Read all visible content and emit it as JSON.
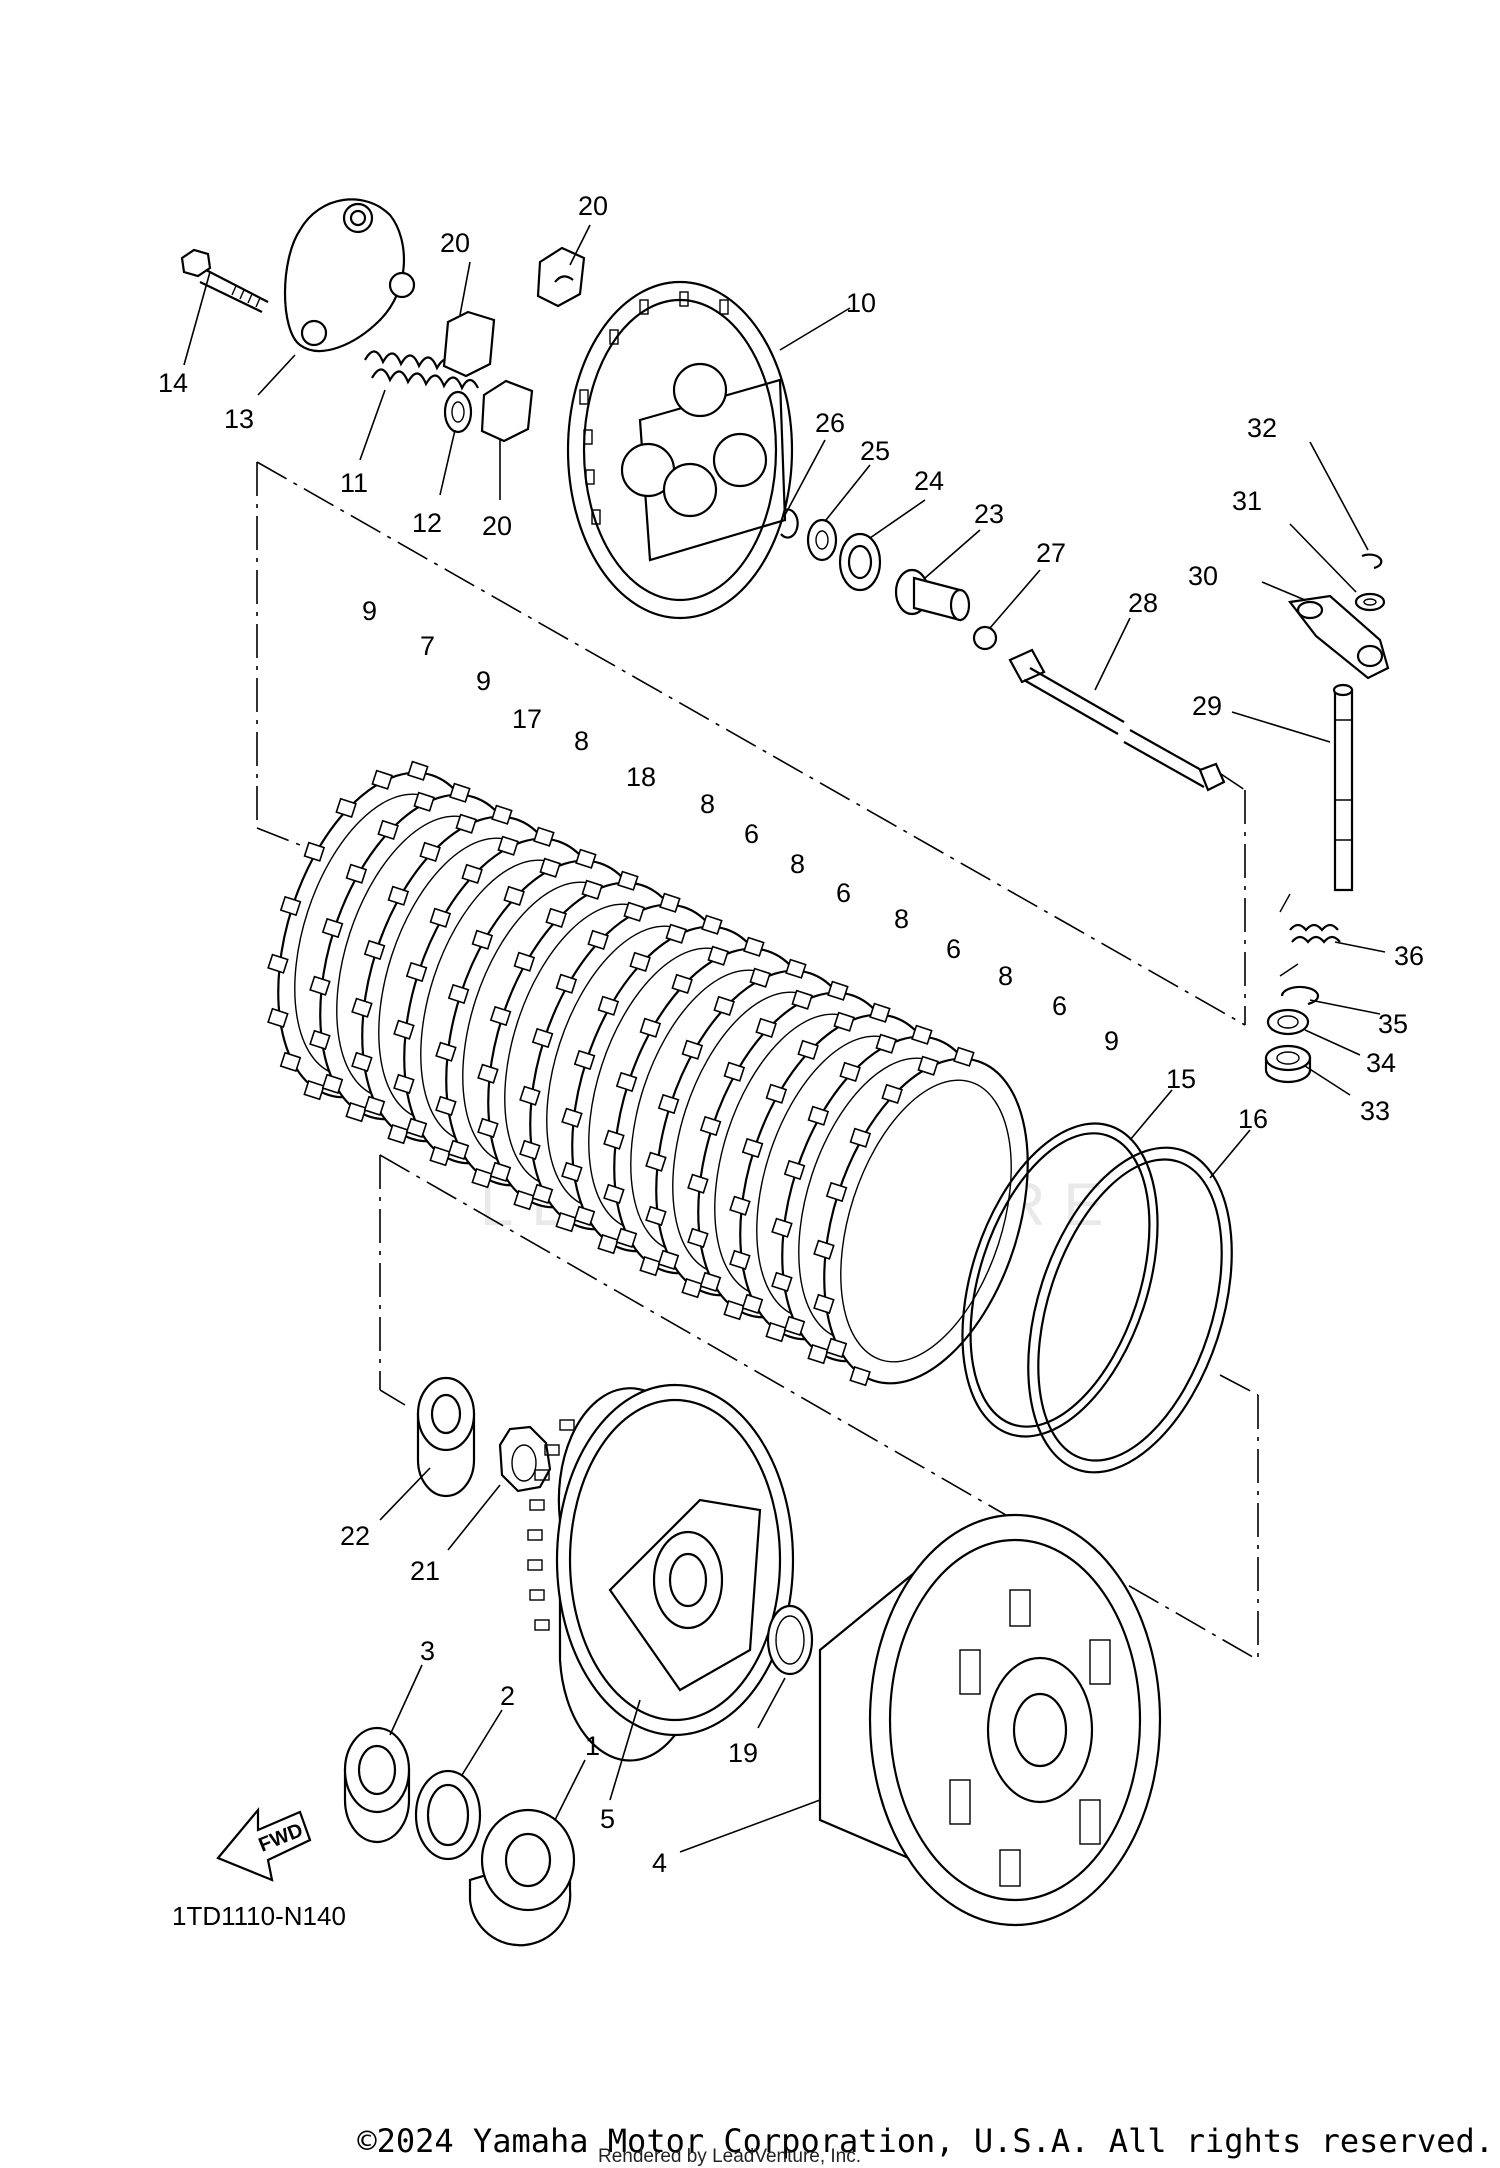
{
  "diagram": {
    "part_numbers": [
      "1",
      "2",
      "3",
      "4",
      "5",
      "6",
      "7",
      "8",
      "9",
      "10",
      "11",
      "12",
      "13",
      "14",
      "15",
      "16",
      "17",
      "18",
      "19",
      "20",
      "21",
      "22",
      "23",
      "24",
      "25",
      "26",
      "27",
      "28",
      "29",
      "30",
      "31",
      "32",
      "33",
      "34",
      "35",
      "36"
    ],
    "callouts": {
      "c1": "1",
      "c2": "2",
      "c3": "3",
      "c4": "4",
      "c5": "5",
      "c6a": "6",
      "c6b": "6",
      "c6c": "6",
      "c6d": "6",
      "c7": "7",
      "c8a": "8",
      "c8b": "8",
      "c8c": "8",
      "c8d": "8",
      "c8e": "8",
      "c9a": "9",
      "c9b": "9",
      "c9c": "9",
      "c10": "10",
      "c11": "11",
      "c12": "12",
      "c13": "13",
      "c14": "14",
      "c15": "15",
      "c16": "16",
      "c17": "17",
      "c18": "18",
      "c19": "19",
      "c20a": "20",
      "c20b": "20",
      "c20c": "20",
      "c21": "21",
      "c22": "22",
      "c23": "23",
      "c24": "24",
      "c25": "25",
      "c26": "26",
      "c27": "27",
      "c28": "28",
      "c29": "29",
      "c30": "30",
      "c31": "31",
      "c32": "32",
      "c33": "33",
      "c34": "34",
      "c35": "35",
      "c36": "36"
    },
    "fwd_label": "FWD",
    "drawing_code": "1TD1110-N140",
    "watermark": "LEADVENTURE"
  },
  "footer": {
    "copyright": "©2024 Yamaha Motor Corporation, U.S.A. All rights reserved.",
    "rendered_by": "Rendered by LeadVenture, Inc."
  }
}
